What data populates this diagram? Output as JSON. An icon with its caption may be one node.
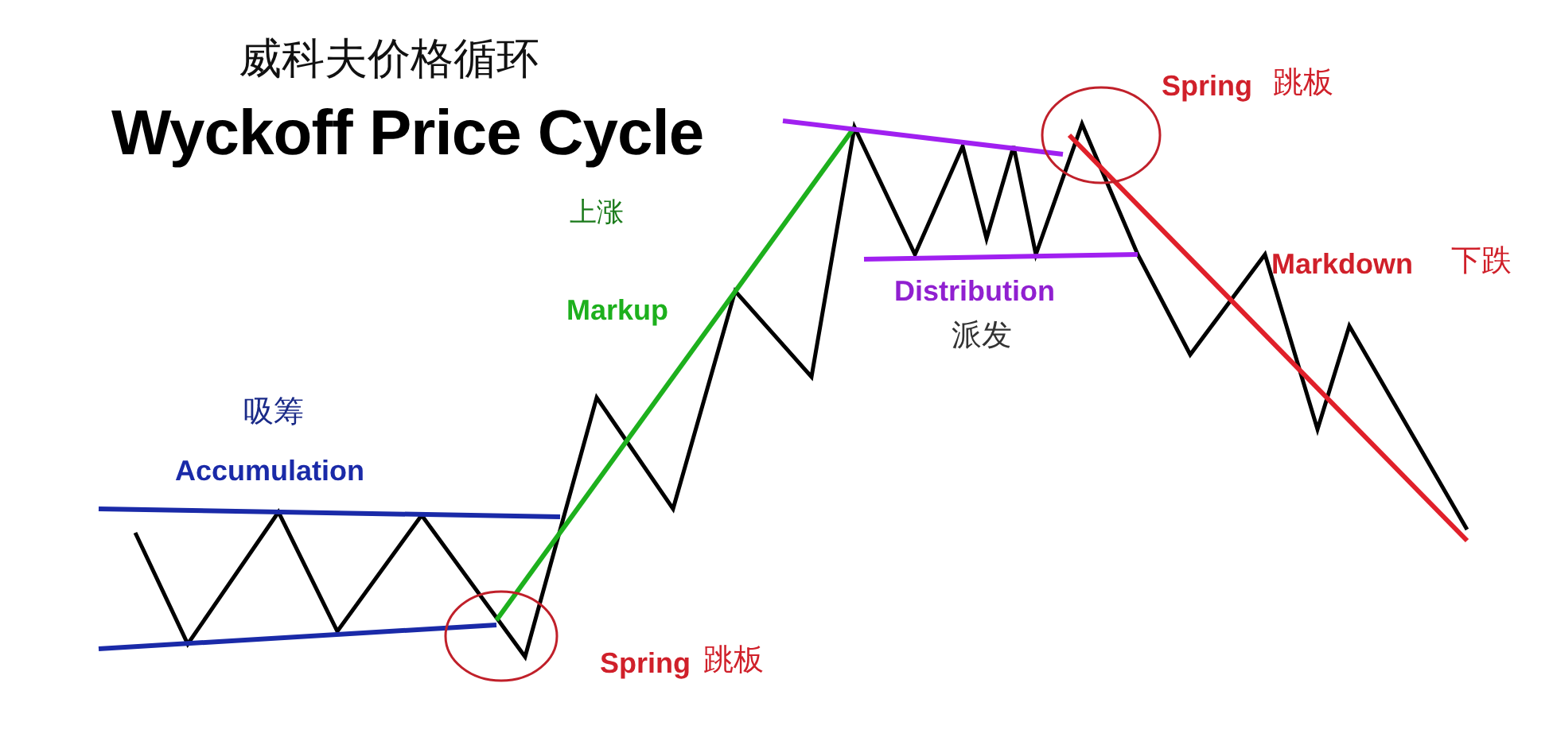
{
  "diagram": {
    "title": "威科夫价格循环",
    "labels": [
      "Wyckoff Price Cycle",
      "上涨",
      "Markup",
      "吸筹",
      "Accumulation",
      "Spring",
      "跳板",
      "Distribution",
      "派发",
      "Spring",
      "跳板",
      "Markdown",
      "下跌"
    ]
  }
}
